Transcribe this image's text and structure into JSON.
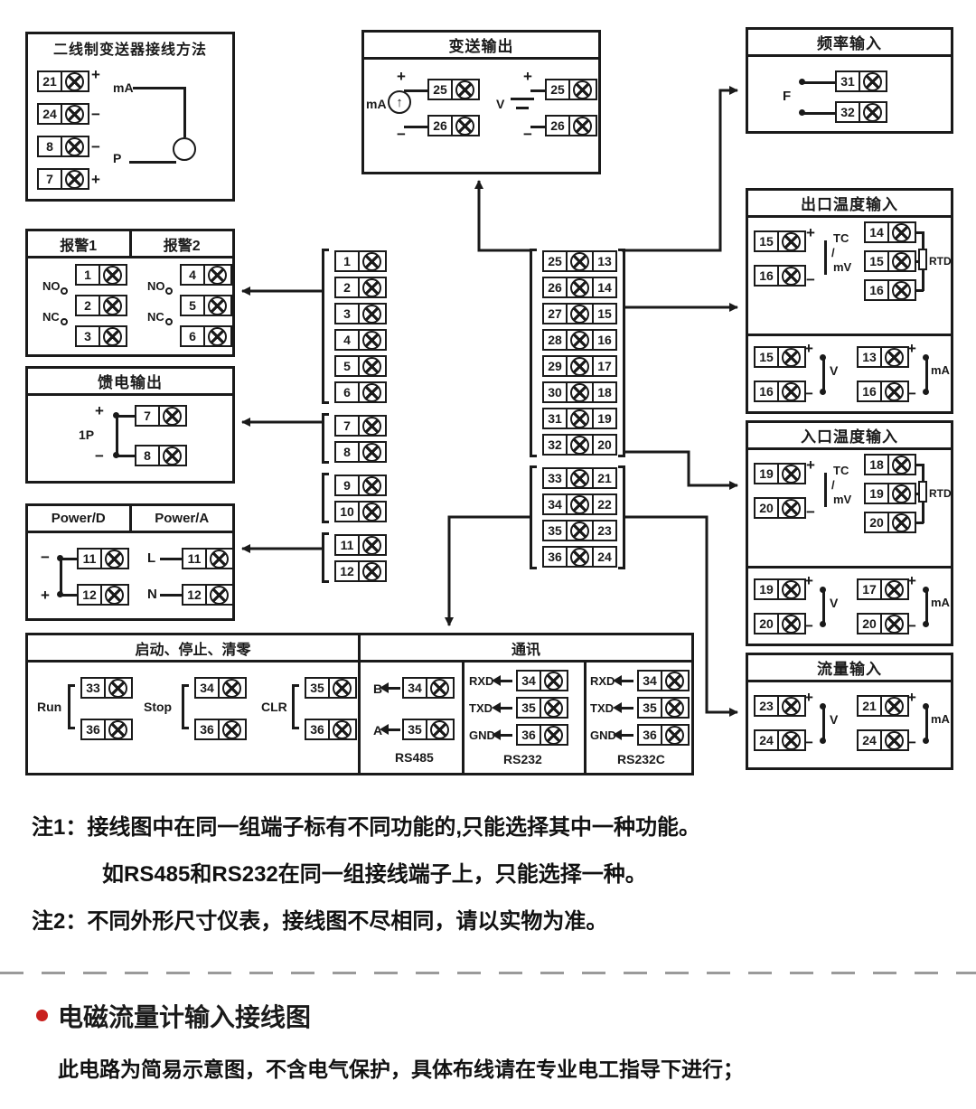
{
  "colors": {
    "line": "#1a1a1a",
    "accent_red": "#c8201e",
    "dash_gray": "#9a9a9a"
  },
  "transmitter": {
    "title": "二线制变送器接线方法",
    "t1": "21",
    "t2": "24",
    "t3": "8",
    "t4": "7",
    "s1": "+",
    "s1b": "mA",
    "s2": "−",
    "s3": "−",
    "s4p": "P",
    "s4": "+"
  },
  "transmit_output": {
    "title": "变送输出",
    "ma": {
      "plus": "+",
      "label": "mA",
      "minus": "−",
      "t1": "25",
      "t2": "26"
    },
    "v": {
      "plus": "+",
      "label": "V",
      "minus": "−",
      "t1": "25",
      "t2": "26"
    }
  },
  "freq": {
    "title": "频率输入",
    "label": "F",
    "t1": "31",
    "t2": "32"
  },
  "alarm": {
    "title1": "报警1",
    "title2": "报警2",
    "a1": {
      "t1": "1",
      "t2": "2",
      "t3": "3",
      "no": "NO",
      "nc": "NC"
    },
    "a2": {
      "t1": "4",
      "t2": "5",
      "t3": "6",
      "no": "NO",
      "nc": "NC"
    }
  },
  "feed": {
    "title": "馈电输出",
    "plus": "+",
    "minus": "−",
    "label": "1P",
    "t1": "7",
    "t2": "8"
  },
  "power": {
    "title1": "Power/D",
    "title2": "Power/A",
    "d": {
      "s1": "−",
      "s2": "+",
      "t1": "11",
      "t2": "12"
    },
    "a": {
      "s1": "L",
      "s2": "N",
      "t1": "11",
      "t2": "12"
    }
  },
  "outlet": {
    "title": "出口温度输入",
    "tc": {
      "t1": "15",
      "t2": "16",
      "plus": "+",
      "minus": "−",
      "l1": "TC",
      "sl": "/",
      "l2": "mV"
    },
    "rtd": {
      "t1": "14",
      "t2": "15",
      "t3": "16",
      "label": "RTD"
    },
    "v": {
      "t1": "15",
      "t2": "16",
      "plus": "+",
      "minus": "−",
      "label": "V"
    },
    "ma": {
      "t1": "13",
      "t2": "16",
      "plus": "+",
      "minus": "−",
      "label": "mA"
    }
  },
  "inlet": {
    "title": "入口温度输入",
    "tc": {
      "t1": "19",
      "t2": "20",
      "plus": "+",
      "minus": "−",
      "l1": "TC",
      "sl": "/",
      "l2": "mV"
    },
    "rtd": {
      "t1": "18",
      "t2": "19",
      "t3": "20",
      "label": "RTD"
    },
    "v": {
      "t1": "19",
      "t2": "20",
      "plus": "+",
      "minus": "−",
      "label": "V"
    },
    "ma": {
      "t1": "17",
      "t2": "20",
      "plus": "+",
      "minus": "−",
      "label": "mA"
    }
  },
  "flow": {
    "title": "流量输入",
    "v": {
      "t1": "23",
      "t2": "24",
      "plus": "+",
      "minus": "−",
      "label": "V"
    },
    "ma": {
      "t1": "21",
      "t2": "24",
      "plus": "+",
      "minus": "−",
      "label": "mA"
    }
  },
  "center": {
    "left": [
      "1",
      "2",
      "3",
      "4",
      "5",
      "6",
      "7",
      "8",
      "9",
      "10",
      "11",
      "12"
    ],
    "right": [
      {
        "l": "25",
        "r": "13"
      },
      {
        "l": "26",
        "r": "14"
      },
      {
        "l": "27",
        "r": "15"
      },
      {
        "l": "28",
        "r": "16"
      },
      {
        "l": "29",
        "r": "17"
      },
      {
        "l": "30",
        "r": "18"
      },
      {
        "l": "31",
        "r": "19"
      },
      {
        "l": "32",
        "r": "20"
      },
      {
        "l": "33",
        "r": "21"
      },
      {
        "l": "34",
        "r": "22"
      },
      {
        "l": "35",
        "r": "23"
      },
      {
        "l": "36",
        "r": "24"
      }
    ]
  },
  "control": {
    "title": "启动、停止、清零",
    "run": {
      "label": "Run",
      "t1": "33",
      "t2": "36"
    },
    "stop": {
      "label": "Stop",
      "t1": "34",
      "t2": "36"
    },
    "clr": {
      "label": "CLR",
      "t1": "35",
      "t2": "36"
    }
  },
  "comm": {
    "title": "通讯",
    "rs485": {
      "r1": "B",
      "r2": "A",
      "t1": "34",
      "t2": "35",
      "label": "RS485"
    },
    "rs232": {
      "r1": "RXD",
      "r2": "TXD",
      "r3": "GND",
      "t1": "34",
      "t2": "35",
      "t3": "36",
      "label": "RS232"
    },
    "rs232c": {
      "r1": "RXD",
      "r2": "TXD",
      "r3": "GND",
      "t1": "34",
      "t2": "35",
      "t3": "36",
      "label": "RS232C"
    }
  },
  "notes": {
    "n1a": "注1：接线图中在同一组端子标有不同功能的,只能选择其中一种功能。",
    "n1b": "如RS485和RS232在同一组接线端子上，只能选择一种。",
    "n2": "注2：不同外形尺寸仪表，接线图不尽相同，请以实物为准。"
  },
  "section": {
    "heading": "电磁流量计输入接线图",
    "subtext": "此电路为简易示意图，不含电气保护，具体布线请在专业电工指导下进行；"
  }
}
